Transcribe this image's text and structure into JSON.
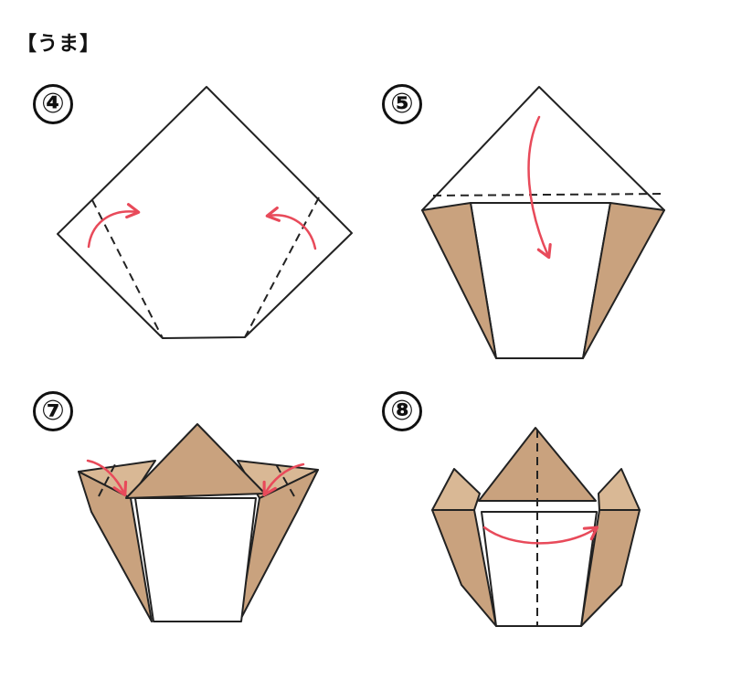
{
  "title": "【うま】",
  "steps": [
    {
      "number": "④"
    },
    {
      "number": "⑤"
    },
    {
      "number": "⑦"
    },
    {
      "number": "⑧"
    }
  ],
  "colors": {
    "paper_back": "#c9a27e",
    "paper_back_light": "#d9b895",
    "paper_front": "#ffffff",
    "arrow": "#e84a5a",
    "line": "#222222"
  }
}
